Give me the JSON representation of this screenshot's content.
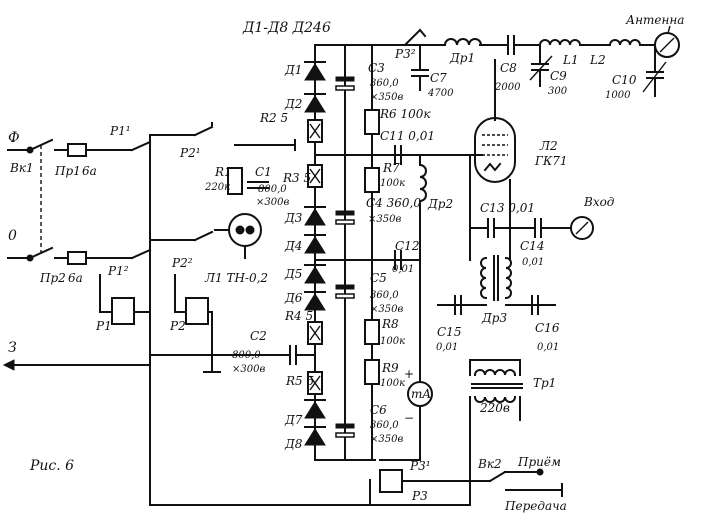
{
  "figure_caption": "Рис. 6",
  "title_diodes": "Д1-Д8 Д246",
  "antenna_label": "Антенна",
  "input_label": "Вход",
  "tube": {
    "ref": "Л2",
    "type": "ГК71"
  },
  "neon_lamp": "Л1 ТН-0,2",
  "switch": {
    "ref": "Вк2",
    "receive": "Приём",
    "transmit": "Передача"
  },
  "terminals": {
    "phase": "Ф",
    "zero": "0",
    "ground": "З"
  },
  "power_switch": "Вк1",
  "fuses": [
    {
      "ref": "Пр1",
      "value": "6а"
    },
    {
      "ref": "Пр2",
      "value": "6а"
    }
  ],
  "relays": {
    "p1_1": "Р1¹",
    "p1_2": "Р1²",
    "p1_coil": "Р1",
    "p2_1": "Р2¹",
    "p2_2": "Р2²",
    "p2_coil": "Р2",
    "p3_1": "Р3¹",
    "p3_coil": "Р3"
  },
  "diodes": [
    "Д1",
    "Д2",
    "Д3",
    "Д4",
    "Д5",
    "Д6",
    "Д7",
    "Д8"
  ],
  "resistors": {
    "R1": "R1",
    "R1v": "220к",
    "R2": "R2 5",
    "R3": "R3 5",
    "R4": "R4 5",
    "R5": "R5 5",
    "R6": "R6 100к",
    "R7": "R7",
    "R7v": "100к",
    "R8": "R8",
    "R8v": "100к",
    "R9": "R9",
    "R9v": "100к"
  },
  "capacitors": {
    "C1": "C1",
    "C1v1": "800,0",
    "C1v2": "×300в",
    "C2": "C2",
    "C2v1": "800,0",
    "C2v2": "×300в",
    "C3": "C3",
    "C3v1": "360,0",
    "C3v2": "×350в",
    "C4": "C4 360,0",
    "C4v2": "×350в",
    "C5": "C5",
    "C5v1": "360,0",
    "C5v2": "×350в",
    "C6": "C6",
    "C6v1": "360,0",
    "C6v2": "×350в",
    "C7": "C7",
    "C7v": "4700",
    "C8": "C8",
    "C8v": "2000",
    "C9": "C9",
    "C9v": "300",
    "C10": "C10",
    "C10v": "1000",
    "C11": "C11 0,01",
    "C12": "C12",
    "C12v": "0,01",
    "C13": "C13 0,01",
    "C14": "C14",
    "C14v": "0,01",
    "C15": "C15",
    "C15v": "0,01",
    "C16": "C16",
    "C16v": "0,01"
  },
  "inductors": {
    "Dr1": "Др1",
    "Dr2": "Др2",
    "Dr3": "Др3",
    "L1": "L1",
    "L2": "L2"
  },
  "p3_relay_contact": "Р3²",
  "transformer": {
    "ref": "Тр1",
    "value": "220в"
  },
  "meter": "mA"
}
